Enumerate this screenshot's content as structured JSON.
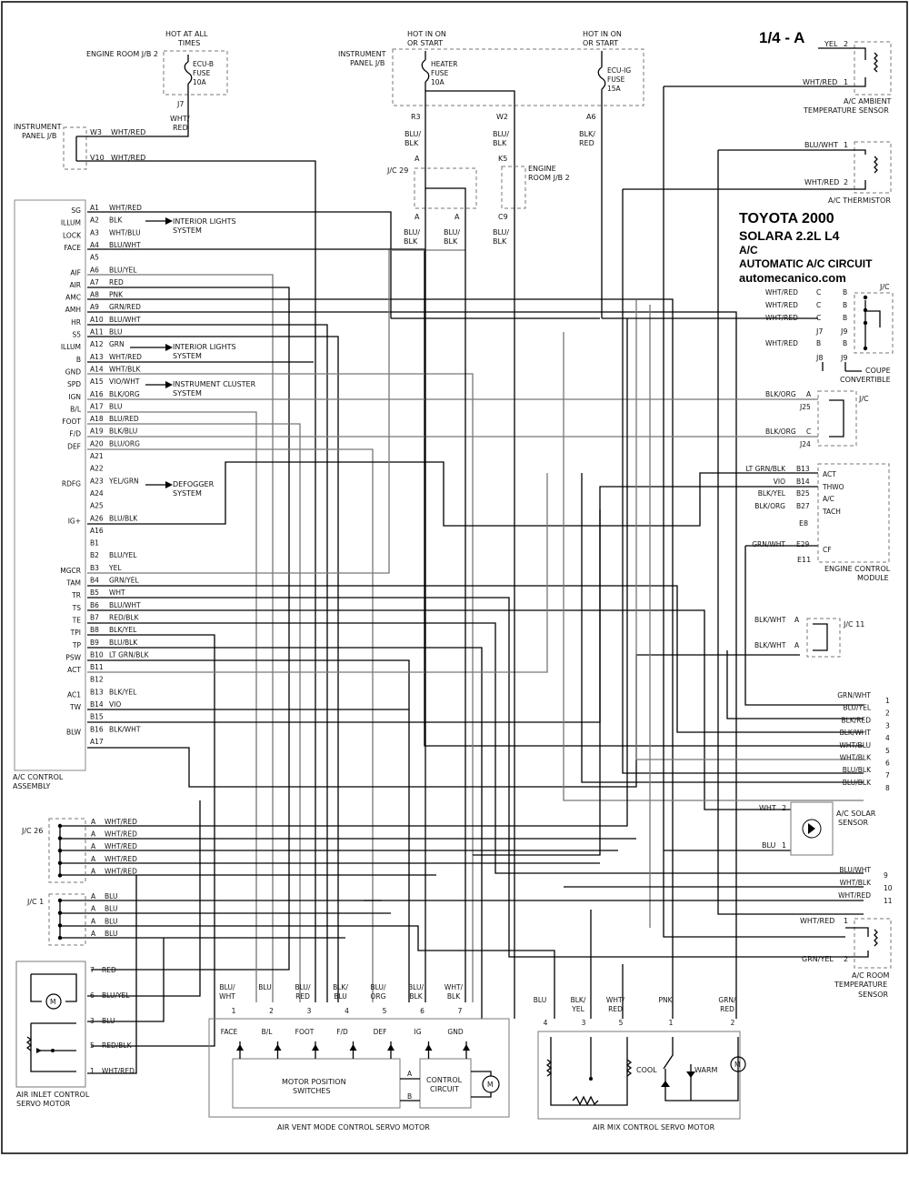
{
  "page_id": "1/4 - A",
  "title_block": {
    "line1": "TOYOTA 2000",
    "line2": "SOLARA   2.2L  L4",
    "line3": "A/C",
    "line4": "AUTOMATIC A/C CIRCUIT",
    "line5": "automecanico.com"
  },
  "top": {
    "hot_at_all_times": [
      "HOT AT ALL",
      "TIMES"
    ],
    "hot_in_on_1": [
      "HOT IN ON",
      "OR START"
    ],
    "hot_in_on_2": [
      "HOT IN ON",
      "OR START"
    ],
    "engine_room_jb2": "ENGINE ROOM J/B 2",
    "ecu_b_fuse": [
      "ECU-B",
      "FUSE",
      "10A"
    ],
    "j7": "J7",
    "wht_red_v": [
      "WHT/",
      "RED"
    ],
    "instrument_panel_jb_top": [
      "INSTRUMENT",
      "PANEL J/B"
    ],
    "heater_fuse": [
      "HEATER",
      "FUSE",
      "10A"
    ],
    "ecu_ig_fuse": [
      "ECU-IG",
      "FUSE",
      "15A"
    ],
    "r3": "R3",
    "w2": "W2",
    "a6": "A6",
    "blu_blk_1": [
      "BLU/",
      "BLK"
    ],
    "blu_blk_2": [
      "BLU/",
      "BLK"
    ],
    "blk_red": [
      "BLK/",
      "RED"
    ],
    "jc29": "J/C 29",
    "k5": "K5",
    "engine_room_jb2b": [
      "ENGINE",
      "ROOM J/B 2"
    ],
    "a_l": "A",
    "a_l2": "A",
    "a_r2": "A",
    "c9": "C9",
    "blu_blk_3": [
      "BLU/",
      "BLK"
    ],
    "blu_blk_4": [
      "BLU/",
      "BLK"
    ],
    "blu_blk_5": [
      "BLU/",
      "BLK"
    ]
  },
  "instrument_panel_jb_left": {
    "label": [
      "INSTRUMENT",
      "PANEL J/B"
    ],
    "pins": [
      {
        "pin": "W3",
        "wire": "WHT/RED"
      },
      {
        "pin": "V10",
        "wire": "WHT/RED"
      }
    ]
  },
  "ac_control": {
    "label": [
      "A/C CONTROL",
      "ASSEMBLY"
    ],
    "rows": [
      {
        "func": "SG",
        "pin": "A1",
        "wire": "WHT/RED"
      },
      {
        "func": "ILLUM",
        "pin": "A2",
        "wire": "BLK"
      },
      {
        "func": "LOCK",
        "pin": "A3",
        "wire": "WHT/BLU"
      },
      {
        "func": "FACE",
        "pin": "A4",
        "wire": "BLU/WHT"
      },
      {
        "func": "",
        "pin": "A5",
        "wire": ""
      },
      {
        "func": "AIF",
        "pin": "A6",
        "wire": "BLU/YEL"
      },
      {
        "func": "AIR",
        "pin": "A7",
        "wire": "RED"
      },
      {
        "func": "AMC",
        "pin": "A8",
        "wire": "PNK"
      },
      {
        "func": "AMH",
        "pin": "A9",
        "wire": "GRN/RED"
      },
      {
        "func": "HR",
        "pin": "A10",
        "wire": "BLU/WHT"
      },
      {
        "func": "S5",
        "pin": "A11",
        "wire": "BLU"
      },
      {
        "func": "ILLUM",
        "pin": "A12",
        "wire": "GRN"
      },
      {
        "func": "B",
        "pin": "A13",
        "wire": "WHT/RED"
      },
      {
        "func": "GND",
        "pin": "A14",
        "wire": "WHT/BLK"
      },
      {
        "func": "SPD",
        "pin": "A15",
        "wire": "VIO/WHT"
      },
      {
        "func": "IGN",
        "pin": "A16",
        "wire": "BLK/ORG"
      },
      {
        "func": "B/L",
        "pin": "A17",
        "wire": "BLU"
      },
      {
        "func": "FOOT",
        "pin": "A18",
        "wire": "BLU/RED"
      },
      {
        "func": "F/D",
        "pin": "A19",
        "wire": "BLK/BLU"
      },
      {
        "func": "DEF",
        "pin": "A20",
        "wire": "BLU/ORG"
      },
      {
        "func": "",
        "pin": "A21",
        "wire": ""
      },
      {
        "func": "",
        "pin": "A22",
        "wire": ""
      },
      {
        "func": "RDFG",
        "pin": "A23",
        "wire": "YEL/GRN"
      },
      {
        "func": "",
        "pin": "A24",
        "wire": ""
      },
      {
        "func": "",
        "pin": "A25",
        "wire": ""
      },
      {
        "func": "IG+",
        "pin": "A26",
        "wire": "BLU/BLK"
      },
      {
        "func": "",
        "pin": "A16",
        "wire": ""
      },
      {
        "func": "",
        "pin": "B1",
        "wire": ""
      },
      {
        "func": "",
        "pin": "B2",
        "wire": "BLU/YEL"
      },
      {
        "func": "MGCR",
        "pin": "B3",
        "wire": "YEL"
      },
      {
        "func": "TAM",
        "pin": "B4",
        "wire": "GRN/YEL"
      },
      {
        "func": "TR",
        "pin": "B5",
        "wire": "WHT"
      },
      {
        "func": "TS",
        "pin": "B6",
        "wire": "BLU/WHT"
      },
      {
        "func": "TE",
        "pin": "B7",
        "wire": "RED/BLK"
      },
      {
        "func": "TPI",
        "pin": "B8",
        "wire": "BLK/YEL"
      },
      {
        "func": "TP",
        "pin": "B9",
        "wire": "BLU/BLK"
      },
      {
        "func": "PSW",
        "pin": "B10",
        "wire": "LT GRN/BLK"
      },
      {
        "func": "ACT",
        "pin": "B11",
        "wire": ""
      },
      {
        "func": "",
        "pin": "B12",
        "wire": ""
      },
      {
        "func": "AC1",
        "pin": "B13",
        "wire": "BLK/YEL"
      },
      {
        "func": "TW",
        "pin": "B14",
        "wire": "VIO"
      },
      {
        "func": "",
        "pin": "B15",
        "wire": ""
      },
      {
        "func": "BLW",
        "pin": "B16",
        "wire": "BLK/WHT"
      },
      {
        "func": "",
        "pin": "A17",
        "wire": ""
      }
    ],
    "systems": [
      {
        "label": [
          "INTERIOR LIGHTS",
          "SYSTEM"
        ]
      },
      {
        "label": [
          "INTERIOR LIGHTS",
          "SYSTEM"
        ]
      },
      {
        "label": [
          "INSTRUMENT CLUSTER",
          "SYSTEM"
        ]
      },
      {
        "label": [
          "DEFOGGER",
          "SYSTEM"
        ]
      }
    ]
  },
  "jc26": {
    "label": "J/C 26",
    "rows": [
      {
        "pin": "A",
        "wire": "WHT/RED"
      },
      {
        "pin": "A",
        "wire": "WHT/RED"
      },
      {
        "pin": "A",
        "wire": "WHT/RED"
      },
      {
        "pin": "A",
        "wire": "WHT/RED"
      },
      {
        "pin": "A",
        "wire": "WHT/RED"
      }
    ]
  },
  "jc1": {
    "label": "J/C 1",
    "rows": [
      {
        "pin": "A",
        "wire": "BLU"
      },
      {
        "pin": "A",
        "wire": "BLU"
      },
      {
        "pin": "A",
        "wire": "BLU"
      },
      {
        "pin": "A",
        "wire": "BLU"
      }
    ]
  },
  "air_inlet": {
    "label": [
      "AIR INLET CONTROL",
      "SERVO MOTOR"
    ],
    "rows": [
      {
        "pin": "7",
        "wire": "RED"
      },
      {
        "pin": "6",
        "wire": "BLU/YEL"
      },
      {
        "pin": "3",
        "wire": "BLU"
      },
      {
        "pin": "5",
        "wire": "RED/BLK"
      },
      {
        "pin": "1",
        "wire": "WHT/RED"
      }
    ],
    "motor": "M"
  },
  "air_vent": {
    "label": "AIR VENT MODE CONTROL SERVO MOTOR",
    "wires": [
      {
        "wire": [
          "BLU/",
          "WHT"
        ],
        "pin": "1",
        "term": "FACE"
      },
      {
        "wire": [
          "BLU",
          ""
        ],
        "pin": "2",
        "term": "B/L"
      },
      {
        "wire": [
          "BLU/",
          "RED"
        ],
        "pin": "3",
        "term": "FOOT"
      },
      {
        "wire": [
          "BLK/",
          "BLU"
        ],
        "pin": "4",
        "term": "F/D"
      },
      {
        "wire": [
          "BLU/",
          "ORG"
        ],
        "pin": "5",
        "term": "DEF"
      },
      {
        "wire": [
          "BLU/",
          "BLK"
        ],
        "pin": "6",
        "term": "IG"
      },
      {
        "wire": [
          "WHT/",
          "BLK"
        ],
        "pin": "7",
        "term": "GND"
      }
    ],
    "motor_switches": [
      "MOTOR POSITION",
      "SWITCHES"
    ],
    "control_circuit": [
      "CONTROL",
      "CIRCUIT"
    ],
    "a": "A",
    "b": "B",
    "motor": "M"
  },
  "air_mix": {
    "label": "AIR MIX CONTROL SERVO MOTOR",
    "wires": [
      {
        "wire": [
          "BLU",
          ""
        ],
        "pin": "4"
      },
      {
        "wire": [
          "BLK/",
          "YEL"
        ],
        "pin": "3"
      },
      {
        "wire": [
          "WHT/",
          "RED"
        ],
        "pin": "5"
      },
      {
        "wire": [
          "PNK",
          ""
        ],
        "pin": "1"
      },
      {
        "wire": [
          "GRN/",
          "RED"
        ],
        "pin": "2"
      }
    ],
    "cool": "COOL",
    "warm": "WARM",
    "motor": "M"
  },
  "right": {
    "ambient": {
      "label": [
        "A/C AMBIENT",
        "TEMPERATURE SENSOR"
      ],
      "w1": "YEL",
      "p1": "2",
      "w2": "WHT/RED",
      "p2": "1"
    },
    "thermistor": {
      "label": "A/C THERMISTOR",
      "w1": "BLU/WHT",
      "p1": "1",
      "w2": "WHT/RED",
      "p2": "2"
    },
    "jc_top": {
      "label": "J/C",
      "rows": [
        {
          "wire": "WHT/RED",
          "c1": "C",
          "c2": "B"
        },
        {
          "wire": "WHT/RED",
          "c1": "C",
          "c2": "B"
        },
        {
          "wire": "WHT/RED",
          "c1": "C",
          "c2": "B"
        },
        {
          "wire": "WHT/RED",
          "c1": "B",
          "c2": "B"
        }
      ],
      "j7": "J7",
      "j9a": "J9",
      "j8": "J8",
      "j9b": "J9",
      "coupe": [
        "COUPE",
        "CONVERTIBLE"
      ]
    },
    "jc_mid": {
      "label": "J/C",
      "rows": [
        {
          "wire": "BLK/ORG",
          "pin": "A",
          "conn": "J25"
        },
        {
          "wire": "BLK/ORG",
          "pin": "C",
          "conn": "J24"
        }
      ]
    },
    "ecm": {
      "label": [
        "ENGINE CONTROL",
        "MODULE"
      ],
      "rows": [
        {
          "wire": "LT GRN/BLK",
          "pin": "B13",
          "term": "ACT"
        },
        {
          "wire": "VIO",
          "pin": "B14",
          "term": "THWO"
        },
        {
          "wire": "BLK/YEL",
          "pin": "B25",
          "term": "A/C"
        },
        {
          "wire": "BLK/ORG",
          "pin": "B27",
          "term": "TACH"
        },
        {
          "wire": "GRN/WHT",
          "pin": "E29",
          "term": "CF"
        }
      ],
      "e8": "E8",
      "e11": "E11"
    },
    "jc11": {
      "label": "J/C 11",
      "rows": [
        {
          "wire": "BLK/WHT",
          "pin": "A"
        },
        {
          "wire": "BLK/WHT",
          "pin": "A"
        }
      ]
    },
    "numbered": [
      {
        "wire": "GRN/WHT",
        "num": "1"
      },
      {
        "wire": "BLU/YEL",
        "num": "2"
      },
      {
        "wire": "BLK/RED",
        "num": "3"
      },
      {
        "wire": "BLK/WHT",
        "num": "4"
      },
      {
        "wire": "WHT/BLU",
        "num": "5"
      },
      {
        "wire": "WHT/BLK",
        "num": "6"
      },
      {
        "wire": "BLU/BLK",
        "num": "7"
      },
      {
        "wire": "BLU/BLK",
        "num": "8"
      }
    ],
    "solar": {
      "label": [
        "A/C SOLAR",
        "SENSOR"
      ],
      "w1": "WHT",
      "p1": "2",
      "w2": "BLU",
      "p2": "1"
    },
    "numbered2": [
      {
        "wire": "BLU/WHT",
        "num": "9"
      },
      {
        "wire": "WHT/BLK",
        "num": "10"
      },
      {
        "wire": "WHT/RED",
        "num": "11"
      }
    ],
    "room": {
      "label": [
        "A/C ROOM",
        "TEMPERATURE",
        "SENSOR"
      ],
      "w1": "WHT/RED",
      "p1": "1",
      "w2": "GRN/YEL",
      "p2": "2"
    }
  }
}
